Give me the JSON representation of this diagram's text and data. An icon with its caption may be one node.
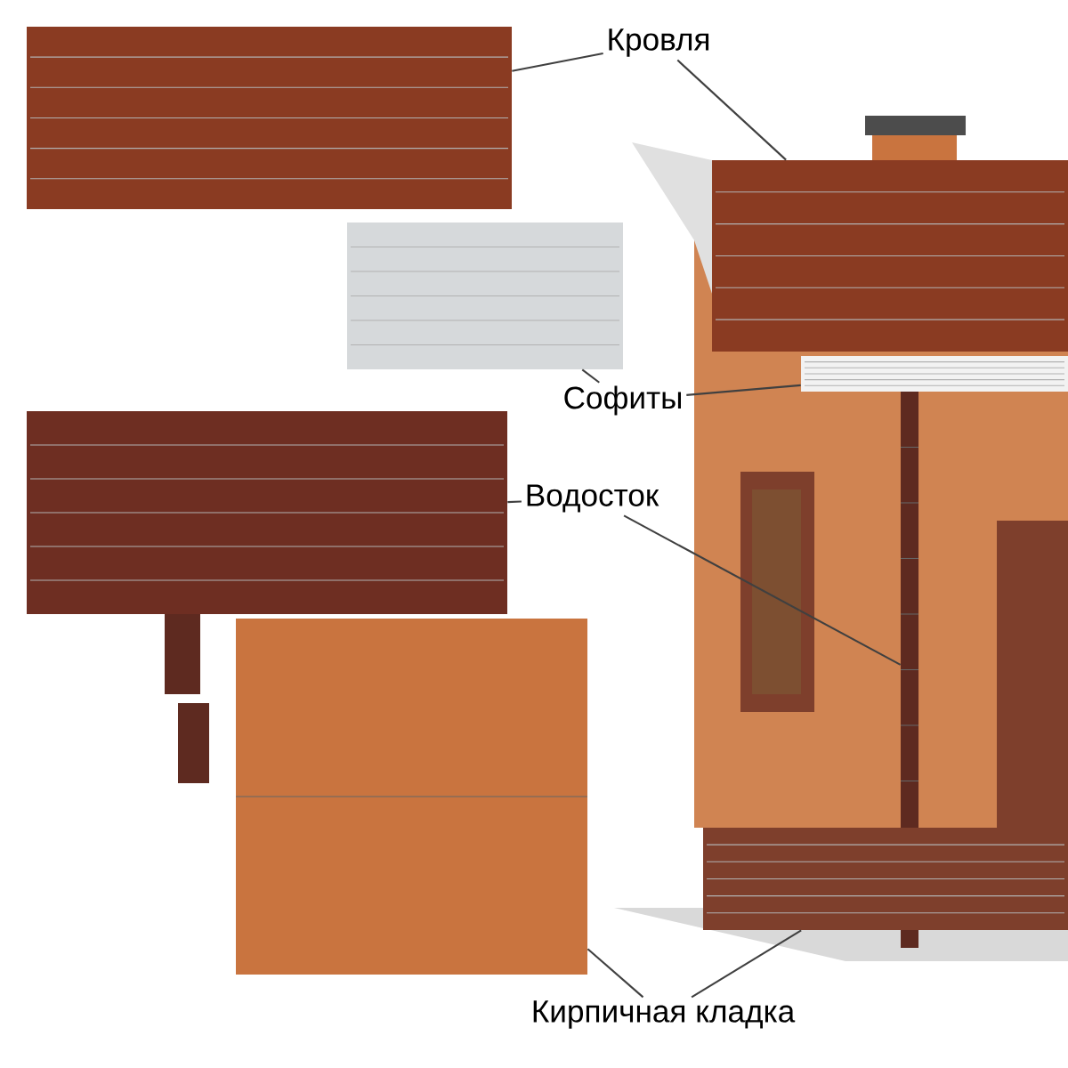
{
  "diagram": {
    "nodes": [
      {
        "text": [
          "Кровля"
        ]
      },
      {
        "text": [],
        "shape": "picture"
      },
      {
        "text": [],
        "shape": "picture"
      },
      {
        "text": [
          "Софиты"
        ]
      },
      {
        "text": [],
        "shape": "picture"
      },
      {
        "text": [],
        "shape": "picture"
      },
      {
        "text": [
          "Водосток"
        ]
      },
      {
        "text": [],
        "shape": "picture"
      },
      {
        "text": [],
        "shape": "picture"
      },
      {
        "text": [
          "Кирпичная кладка"
        ]
      },
      {
        "text": [],
        "shape": "picture"
      },
      {
        "text": [],
        "shape": "picture"
      }
    ],
    "edges": [
      {
        "from": 0,
        "to": 1,
        "arrow": "none"
      },
      {
        "from": 0,
        "to": 2,
        "arrow": "none"
      },
      {
        "from": 3,
        "to": 4,
        "arrow": "none"
      },
      {
        "from": 3,
        "to": 5,
        "arrow": "none"
      },
      {
        "from": 6,
        "to": 7,
        "arrow": "none"
      },
      {
        "from": 6,
        "to": 8,
        "arrow": "none"
      },
      {
        "from": 9,
        "to": 10,
        "arrow": "none"
      },
      {
        "from": 9,
        "to": 11,
        "arrow": "none"
      }
    ]
  }
}
